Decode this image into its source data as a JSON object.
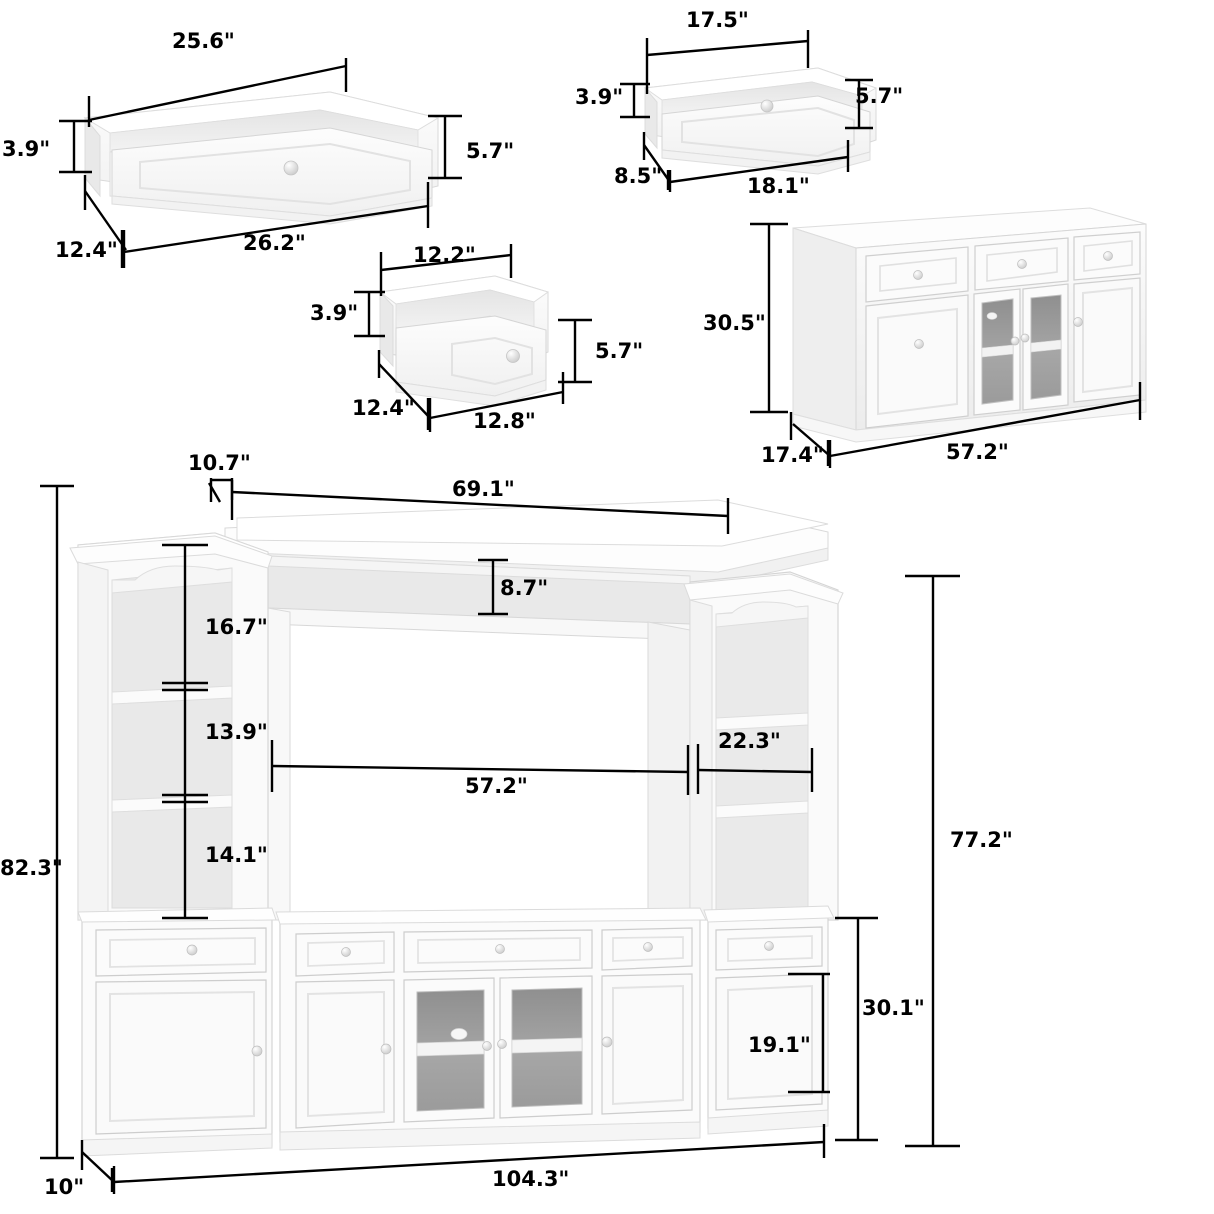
{
  "diagram": {
    "title": "Entertainment Center Dimension Diagram",
    "unit": "inches",
    "line_color": "#000000",
    "panel_color": "#ffffff",
    "panel_shade_light": "#f4f4f4",
    "panel_shade_mid": "#e8e8e8",
    "panel_shade_dark": "#d8d8d8",
    "glass_color": "#9c9c9c",
    "outline_color": "#c9c9c9"
  },
  "items": [
    {
      "id": "large-drawer",
      "name": "Large Drawer",
      "dims": {
        "front_width": "25.6\"",
        "inner_height": "3.9\"",
        "front_height": "5.7\"",
        "side_depth": "12.4\"",
        "outer_width": "26.2\""
      }
    },
    {
      "id": "medium-drawer",
      "name": "Medium Drawer",
      "dims": {
        "front_width": "17.5\"",
        "inner_height": "3.9\"",
        "front_height": "5.7\"",
        "side_depth": "8.5\"",
        "outer_width": "18.1\""
      }
    },
    {
      "id": "small-drawer",
      "name": "Small Drawer",
      "dims": {
        "front_width": "12.2\"",
        "inner_height": "3.9\"",
        "front_height": "5.7\"",
        "side_depth": "12.4\"",
        "outer_width": "12.8\""
      }
    },
    {
      "id": "tv-console",
      "name": "TV Console / Sideboard",
      "dims": {
        "height": "30.5\"",
        "depth": "17.4\"",
        "width": "57.2\""
      }
    },
    {
      "id": "wall-unit",
      "name": "Entertainment Wall Unit",
      "dims": {
        "total_height": "82.3\"",
        "bridge_top_depth": "10.7\"",
        "bridge_width": "69.1\"",
        "bridge_shelf_height": "8.7\"",
        "pier_shelf_top": "16.7\"",
        "pier_shelf_mid": "13.9\"",
        "pier_shelf_bottom": "14.1\"",
        "tv_opening_width": "57.2\"",
        "pier_opening_width": "22.3\"",
        "tower_height": "77.2\"",
        "base_height": "30.1\"",
        "door_height": "19.1\"",
        "total_width": "104.3\"",
        "base_depth": "10\""
      }
    }
  ],
  "labels": {
    "l1": "25.6\"",
    "l2": "3.9\"",
    "l3": "5.7\"",
    "l4": "12.4\"",
    "l5": "26.2\"",
    "l6": "17.5\"",
    "l7": "3.9\"",
    "l8": "5.7\"",
    "l9": "8.5\"",
    "l10": "18.1\"",
    "l11": "12.2\"",
    "l12": "3.9\"",
    "l13": "5.7\"",
    "l14": "12.4\"",
    "l15": "12.8\"",
    "l16": "30.5\"",
    "l17": "17.4\"",
    "l18": "57.2\"",
    "l19": "10.7\"",
    "l20": "69.1\"",
    "l21": "8.7\"",
    "l22": "16.7\"",
    "l23": "13.9\"",
    "l24": "14.1\"",
    "l25": "22.3\"",
    "l26": "57.2\"",
    "l27": "82.3\"",
    "l28": "77.2\"",
    "l29": "30.1\"",
    "l30": "19.1\"",
    "l31": "104.3\"",
    "l32": "10\""
  }
}
